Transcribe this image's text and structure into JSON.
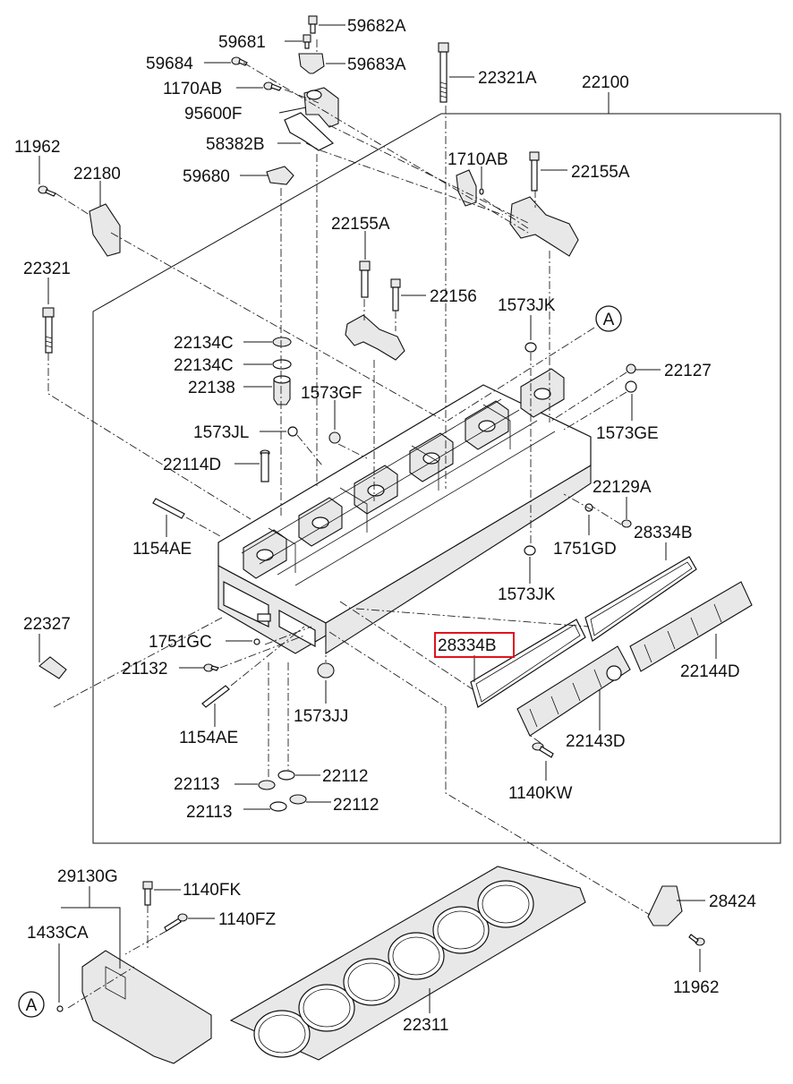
{
  "labels": {
    "l59682A": "59682A",
    "l59681": "59681",
    "l59684": "59684",
    "l59683A": "59683A",
    "l1170AB": "1170AB",
    "l95600F": "95600F",
    "l58382B": "58382B",
    "l59680": "59680",
    "l22321A": "22321A",
    "l22100": "22100",
    "l1710AB": "1710AB",
    "l22155A_top": "22155A",
    "l11962_top": "11962",
    "l22180": "22180",
    "l22155A_mid": "22155A",
    "l22156": "22156",
    "l22321": "22321",
    "l1573JK_top": "1573JK",
    "l22134C_1": "22134C",
    "l22134C_2": "22134C",
    "l22138": "22138",
    "l1573GF": "1573GF",
    "l22127": "22127",
    "l1573JL": "1573JL",
    "l1573GE": "1573GE",
    "l22114D": "22114D",
    "l22129A": "22129A",
    "l1154AE_1": "1154AE",
    "l1751GD": "1751GD",
    "l28334B_right": "28334B",
    "l1573JK_bot": "1573JK",
    "l22327": "22327",
    "l28334B_hl": "28334B",
    "l1751GC": "1751GC",
    "l22144D": "22144D",
    "l21132": "21132",
    "l1154AE_2": "1154AE",
    "l1573JJ": "1573JJ",
    "l22143D": "22143D",
    "l22113_1": "22113",
    "l22112_1": "22112",
    "l1140KW": "1140KW",
    "l22113_2": "22113",
    "l22112_2": "22112",
    "l29130G": "29130G",
    "l1140FK": "1140FK",
    "l28424": "28424",
    "l1433CA": "1433CA",
    "l1140FZ": "1140FZ",
    "l11962_bot": "11962",
    "l22311": "22311"
  },
  "callouts": {
    "ref_top": "A",
    "ref_bottom": "A"
  },
  "highlight": {
    "part": "28334B",
    "color": "#e0141e"
  }
}
